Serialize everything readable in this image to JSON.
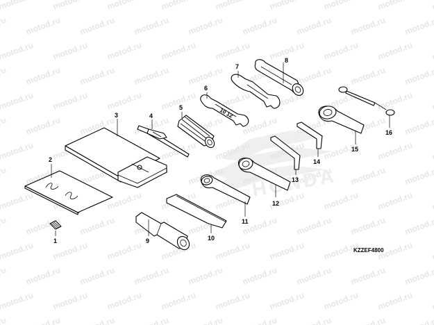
{
  "watermark": {
    "text": "motod.ru"
  },
  "brand": {
    "text": "HONDA"
  },
  "diagram_code": "KZZEF4800",
  "parts": [
    {
      "id": 1,
      "label": "1"
    },
    {
      "id": 2,
      "label": "2"
    },
    {
      "id": 3,
      "label": "3"
    },
    {
      "id": 4,
      "label": "4"
    },
    {
      "id": 5,
      "label": "5"
    },
    {
      "id": 6,
      "label": "6"
    },
    {
      "id": 7,
      "label": "7"
    },
    {
      "id": 8,
      "label": "8"
    },
    {
      "id": 9,
      "label": "9"
    },
    {
      "id": 10,
      "label": "10"
    },
    {
      "id": 11,
      "label": "11"
    },
    {
      "id": 12,
      "label": "12"
    },
    {
      "id": 13,
      "label": "13"
    },
    {
      "id": 14,
      "label": "14"
    },
    {
      "id": 15,
      "label": "15"
    },
    {
      "id": 16,
      "label": "16"
    }
  ]
}
